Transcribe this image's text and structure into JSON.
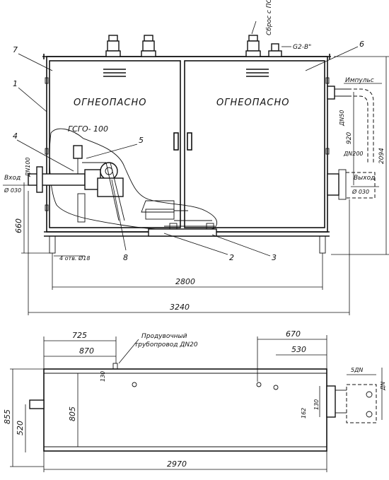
{
  "labels": {
    "fireproof_left": "ОГНЕОПАСНО",
    "fireproof_right": "ОГНЕОПАСНО",
    "model": "ГСГО- 100",
    "vent_psk": "Сброс с ПСК",
    "g2": "G2-B\"",
    "impulse": "Импульс",
    "inlet": "Вход",
    "inlet_dn": "ДN100",
    "inlet_size": "Ø 030",
    "outlet": "Выход",
    "outlet_dn": "ДN200",
    "outlet_size": "Ø 030",
    "dn50": "ДN50",
    "holes": "4 отв. Ø18",
    "purge_line1": "Продувочный",
    "purge_line2": "трубопровод ДN20",
    "dn_right": "ДN",
    "dn5": "5ДN"
  },
  "callouts": [
    "1",
    "2",
    "3",
    "4",
    "5",
    "6",
    "7",
    "8"
  ],
  "dimensions": {
    "d2800": "2800",
    "d3240": "3240",
    "d660": "660",
    "d920": "920",
    "d2094": "2094",
    "d725": "725",
    "d870": "870",
    "d670": "670",
    "d530": "530",
    "d130a": "130",
    "d130b": "130",
    "d162": "162",
    "d805": "805",
    "d855": "855",
    "d520": "520",
    "d2970": "2970"
  }
}
